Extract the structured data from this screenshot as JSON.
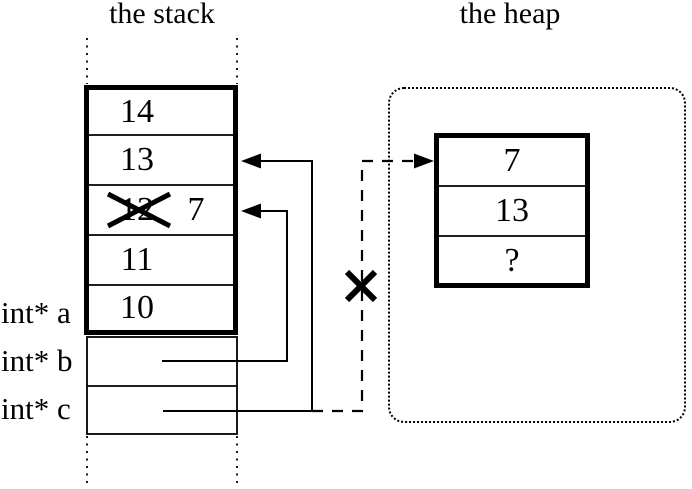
{
  "titles": {
    "stack": "the stack",
    "heap": "the heap"
  },
  "stack": {
    "cells": [
      {
        "value": "14",
        "crossed_out": false
      },
      {
        "value": "13",
        "crossed_out": false
      },
      {
        "value": "12",
        "crossed_out": true,
        "new_value": "7"
      },
      {
        "value": "11",
        "crossed_out": false
      },
      {
        "value": "10",
        "crossed_out": false
      }
    ],
    "pointer_labels": [
      "int* a",
      "int* b",
      "int* c"
    ]
  },
  "heap": {
    "cells": [
      "7",
      "13",
      "?"
    ]
  },
  "icons": {
    "crossout_x": "x-mark over old stack value 12",
    "broken_link_x": "x-mark over dashed dangling pointer",
    "arrow_left": "solid left-pointing arrowhead",
    "arrow_right": "solid right-pointing arrowhead"
  },
  "colors": {
    "ink": "#000000",
    "background": "#ffffff"
  }
}
